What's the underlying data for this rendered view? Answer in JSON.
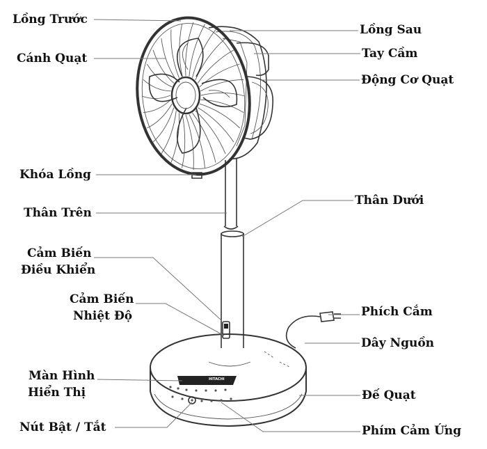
{
  "labels": {
    "long_truoc": "Lồng Trước",
    "canh_quat": "Cánh Quạt",
    "khoa_long": "Khóa Lồng",
    "than_tren": "Thân Trên",
    "cam_bien_dieu_khien_1": "Cảm Biến",
    "cam_bien_dieu_khien_2": "Điều Khiển",
    "cam_bien_nhiet_do_1": "Cảm Biến",
    "cam_bien_nhiet_do_2": "Nhiệt Độ",
    "man_hinh_1": "Màn Hình",
    "man_hinh_2": "Hiển Thị",
    "nut_bat_tat": "Nút Bật / Tắt",
    "long_sau": "Lồng Sau",
    "tay_cam": "Tay Cầm",
    "dong_co_quat": "Động Cơ Quạt",
    "than_duoi": "Thân Dưới",
    "phich_cam": "Phích Cắm",
    "day_nguon": "Dây Nguồn",
    "de_quat": "Đế Quạt",
    "phim_cam_ung": "Phím Cảm Ứng"
  },
  "brand_mark": "HITACHI",
  "colors": {
    "text": "#111111",
    "outline": "#333333",
    "leader": "#777777"
  }
}
